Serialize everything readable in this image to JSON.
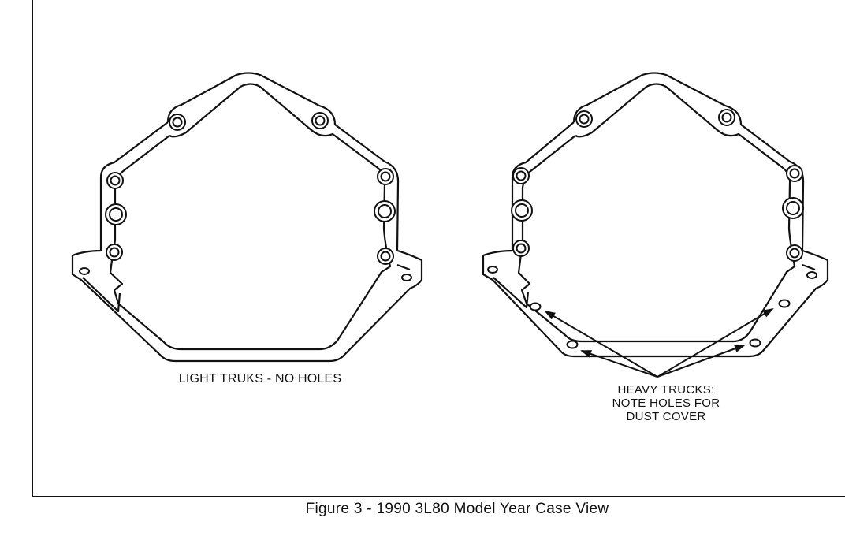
{
  "diagram": {
    "left_view": {
      "label": "LIGHT TRUKS - NO HOLES"
    },
    "right_view": {
      "label_lines": [
        "HEAVY TRUCKS:",
        "NOTE HOLES FOR",
        "DUST COVER"
      ]
    },
    "caption": "Figure 3 - 1990 3L80 Model Year Case View"
  }
}
